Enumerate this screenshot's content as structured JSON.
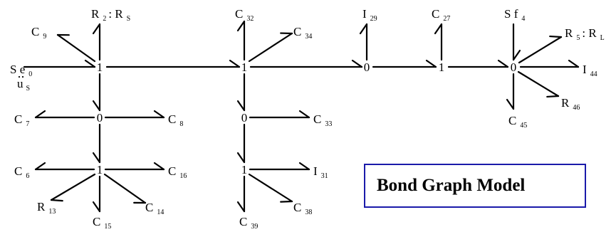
{
  "title": "Bond Graph Model",
  "colors": {
    "title_border": "#1a1aaa",
    "ink": "#000000"
  },
  "junctions": [
    {
      "id": "J1",
      "label": "1"
    },
    {
      "id": "J2",
      "label": "1"
    },
    {
      "id": "J3",
      "label": "0"
    },
    {
      "id": "J4",
      "label": "1"
    },
    {
      "id": "J5",
      "label": "0"
    },
    {
      "id": "J6",
      "label": "0"
    },
    {
      "id": "J7",
      "label": "1"
    },
    {
      "id": "J8",
      "label": "0"
    },
    {
      "id": "J9",
      "label": "1"
    }
  ],
  "elements": [
    {
      "id": "C9",
      "main": "C",
      "sub": "9"
    },
    {
      "id": "R2",
      "main": "R",
      "sub": "2",
      "main2": ": R",
      "sub2": "S"
    },
    {
      "id": "Se0",
      "main": "S e",
      "sub": "0",
      "main2": "u",
      "sub2": "S"
    },
    {
      "id": "C32",
      "main": "C",
      "sub": "32"
    },
    {
      "id": "C34",
      "main": "C",
      "sub": "34"
    },
    {
      "id": "I29",
      "main": "I",
      "sub": "29"
    },
    {
      "id": "C27",
      "main": "C",
      "sub": "27"
    },
    {
      "id": "Sf4",
      "main": "S f",
      "sub": "4"
    },
    {
      "id": "R5",
      "main": "R",
      "sub": "5",
      "main2": ": R",
      "sub2": "L"
    },
    {
      "id": "I44",
      "main": "I",
      "sub": "44"
    },
    {
      "id": "R46",
      "main": "R",
      "sub": "46"
    },
    {
      "id": "C45",
      "main": "C",
      "sub": "45"
    },
    {
      "id": "C7",
      "main": "C",
      "sub": "7"
    },
    {
      "id": "C8",
      "main": "C",
      "sub": "8"
    },
    {
      "id": "C33",
      "main": "C",
      "sub": "33"
    },
    {
      "id": "C6",
      "main": "C",
      "sub": "6"
    },
    {
      "id": "C16",
      "main": "C",
      "sub": "16"
    },
    {
      "id": "R13",
      "main": "R",
      "sub": "13"
    },
    {
      "id": "C14",
      "main": "C",
      "sub": "14"
    },
    {
      "id": "C15",
      "main": "C",
      "sub": "15"
    },
    {
      "id": "I31",
      "main": "I",
      "sub": "31"
    },
    {
      "id": "C38",
      "main": "C",
      "sub": "38"
    },
    {
      "id": "C39",
      "main": "C",
      "sub": "39"
    }
  ]
}
